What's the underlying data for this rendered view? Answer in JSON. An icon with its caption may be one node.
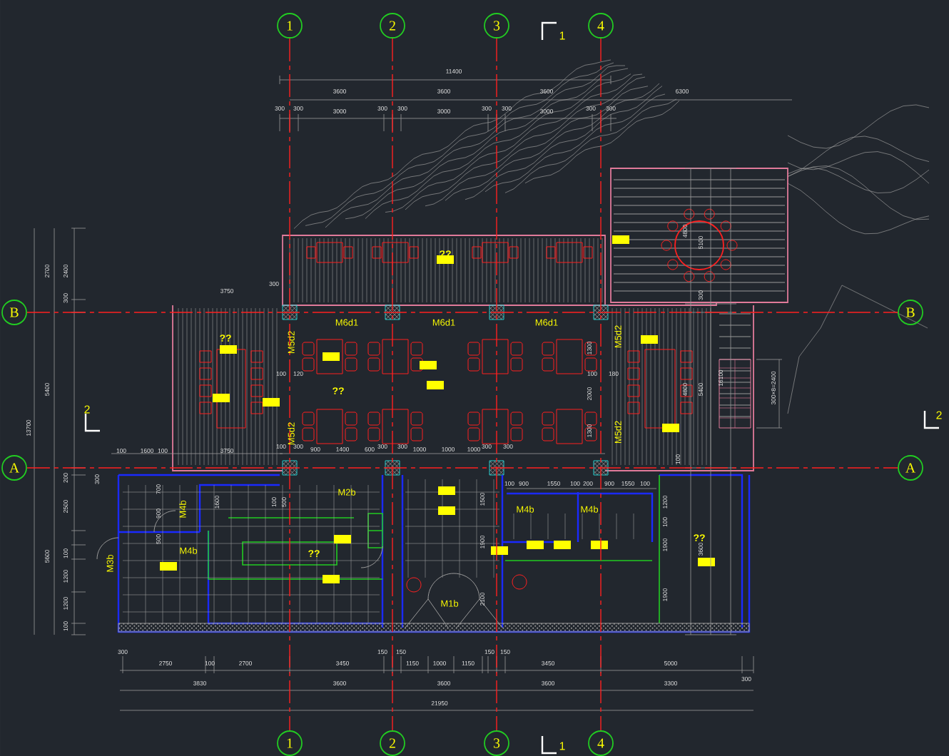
{
  "diagram": {
    "nodes": [
      {
        "text": [
          "1"
        ]
      },
      {
        "text": [
          "2"
        ]
      },
      {
        "text": [
          "3"
        ]
      },
      {
        "text": [
          "4"
        ]
      },
      {
        "text": [
          "B"
        ]
      },
      {
        "text": [
          "B"
        ]
      },
      {
        "text": [
          "A"
        ]
      },
      {
        "text": [
          "A"
        ]
      },
      {
        "text": [
          "1"
        ]
      },
      {
        "text": [
          "2"
        ]
      },
      {
        "text": [
          "3"
        ]
      },
      {
        "text": [
          "4"
        ]
      }
    ],
    "edges": [
      {
        "from": 0,
        "to": 8,
        "arrow": "none",
        "style": "dashed",
        "color": "#ff2020"
      },
      {
        "from": 1,
        "to": 9,
        "arrow": "none",
        "style": "dashed",
        "color": "#ff2020"
      },
      {
        "from": 2,
        "to": 10,
        "arrow": "none",
        "style": "dashed",
        "color": "#ff2020"
      },
      {
        "from": 3,
        "to": 11,
        "arrow": "none",
        "style": "dashed",
        "color": "#ff2020"
      },
      {
        "from": 4,
        "to": 5,
        "arrow": "none",
        "style": "dashed",
        "color": "#ff2020"
      },
      {
        "from": 6,
        "to": 7,
        "arrow": "none",
        "style": "dashed",
        "color": "#ff2020"
      }
    ],
    "labels": [
      "11400",
      "3600",
      "3600",
      "3600",
      "6300",
      "300",
      "300",
      "3000",
      "300",
      "300",
      "3000",
      "300",
      "300",
      "3000",
      "300",
      "300",
      "1",
      "2700",
      "2400",
      "300",
      "5400",
      "13700",
      "2",
      "3750",
      "300",
      "??",
      "M5d2",
      "100",
      "120",
      "M5d2",
      "100",
      "1600",
      "100",
      "3750",
      "M6d1",
      "M6d1",
      "M6d1",
      "??",
      "??",
      "M5d2",
      "1300",
      "100",
      "180",
      "2000",
      "1300",
      "M5d2",
      "100",
      "300",
      "900",
      "1400",
      "600",
      "300",
      "300",
      "1000",
      "1000",
      "1000",
      "300",
      "300",
      "300×8=2400",
      "4800",
      "5100",
      "300",
      "4800",
      "5400",
      "16100",
      "2",
      "100",
      "3600",
      "200",
      "300",
      "2500",
      "5600",
      "100",
      "1200",
      "1200",
      "100",
      "700",
      "900",
      "500",
      "1600",
      "100",
      "500",
      "M4b",
      "M4b",
      "M3b",
      "M2b",
      "??",
      "1500",
      "1900",
      "2100",
      "M1b",
      "100",
      "900",
      "1550",
      "100",
      "200",
      "900",
      "1550",
      "100",
      "M4b",
      "M4b",
      "1200",
      "100",
      "1900",
      "1900",
      "??",
      "300",
      "2750",
      "100",
      "2700",
      "3450",
      "150",
      "150",
      "1150",
      "1000",
      "1150",
      "150",
      "150",
      "3450",
      "5000",
      "3830",
      "3600",
      "3600",
      "3600",
      "3300",
      "300",
      "21950",
      "1"
    ]
  }
}
